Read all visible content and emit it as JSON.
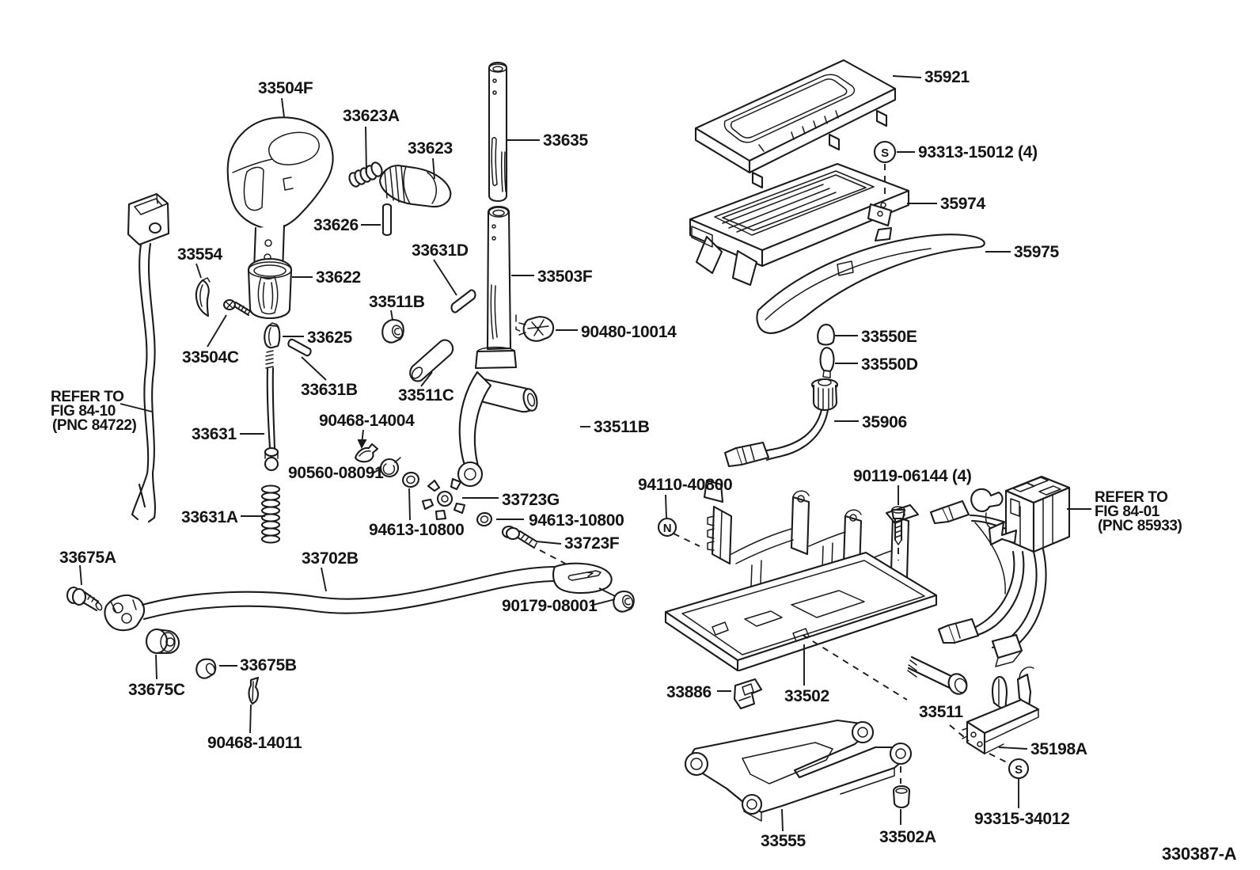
{
  "doc": {
    "number": "330387-A"
  },
  "symbols": {
    "screw": "S",
    "nut": "N"
  },
  "notes": {
    "fig84_10": {
      "line1": "REFER TO",
      "line2": "FIG 84-10",
      "line3": "(PNC 84722)"
    },
    "fig84_01": {
      "line1": "REFER TO",
      "line2": "FIG 84-01",
      "line3": "(PNC 85933)"
    }
  },
  "labels": {
    "p33504F": "33504F",
    "p33623A": "33623A",
    "p33623": "33623",
    "p33626": "33626",
    "p33635": "33635",
    "p33554": "33554",
    "p33622": "33622",
    "p33631D": "33631D",
    "p33503F": "33503F",
    "p33511B": "33511B",
    "p33625": "33625",
    "p90480_10014": "90480-10014",
    "p33504C": "33504C",
    "p33631B": "33631B",
    "p33511C": "33511C",
    "p33631": "33631",
    "p33631A": "33631A",
    "p90468_14004": "90468-14004",
    "p90560_08091": "90560-08091",
    "p94613_10800": "94613-10800",
    "p33723G": "33723G",
    "p33723F": "33723F",
    "p33675A": "33675A",
    "p33702B": "33702B",
    "p90179_08001": "90179-08001",
    "p33675B": "33675B",
    "p33675C": "33675C",
    "p90468_14011": "90468-14011",
    "p35921": "35921",
    "p93313_15012": "93313-15012 (4)",
    "p35974": "35974",
    "p35975": "35975",
    "p33550E": "33550E",
    "p33550D": "33550D",
    "p35906": "35906",
    "p94110_40800": "94110-40800",
    "p90119_06144": "90119-06144 (4)",
    "p33886": "33886",
    "p33502": "33502",
    "p33511": "33511",
    "p35198A": "35198A",
    "p93315_34012": "93315-34012",
    "p33555": "33555",
    "p33502A": "33502A"
  }
}
